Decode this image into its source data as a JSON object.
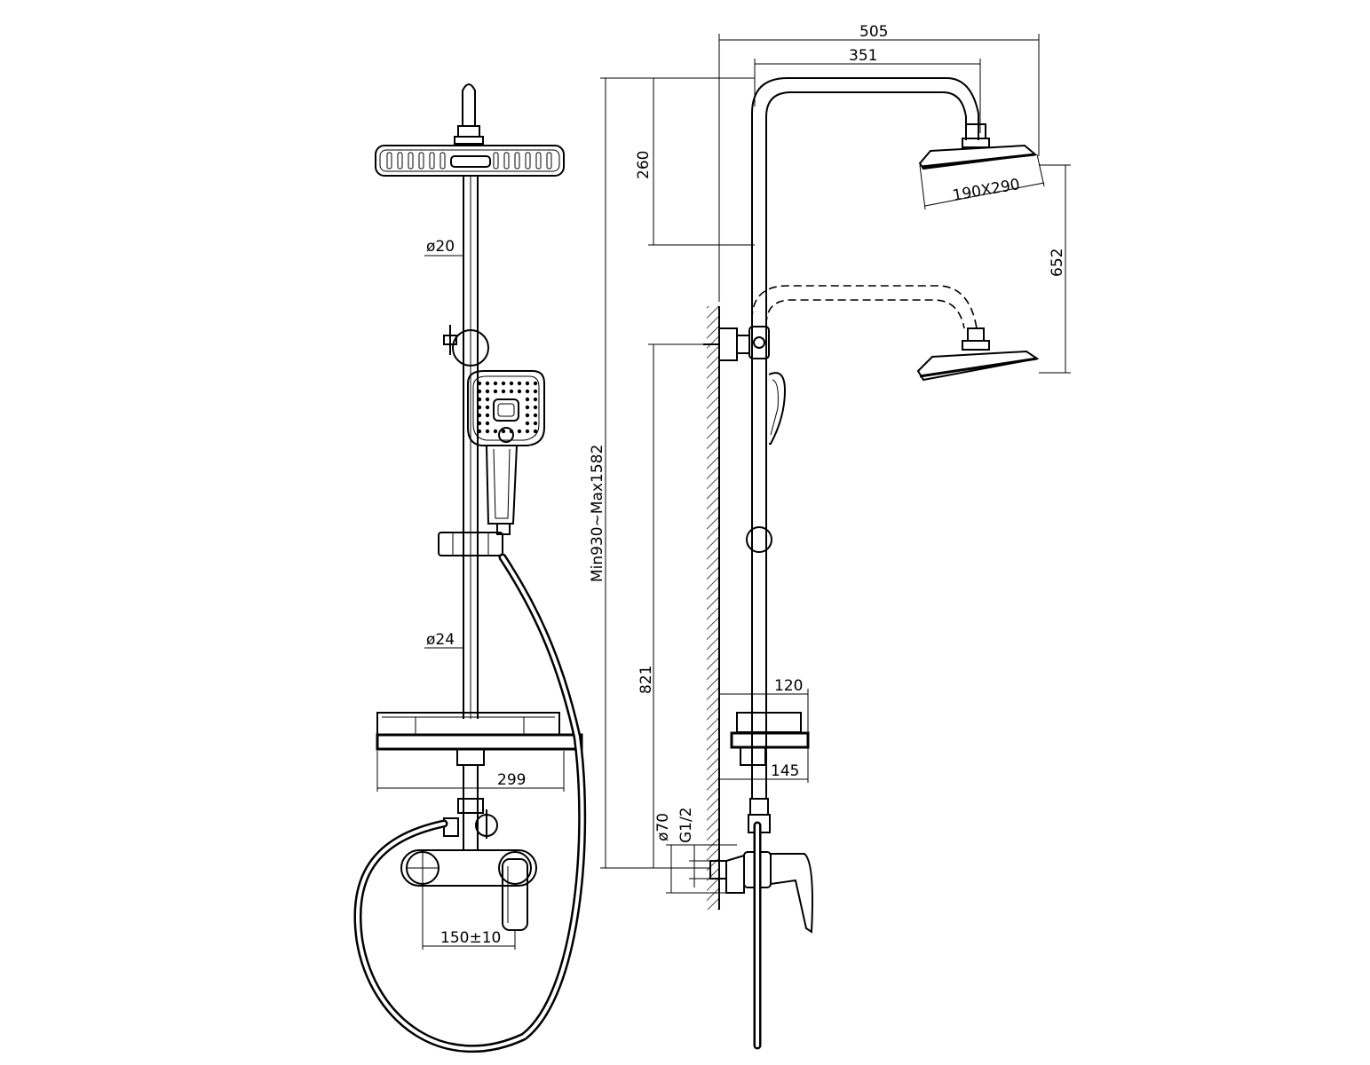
{
  "front_view": {
    "bar_diameter_upper": "ø20",
    "bar_diameter_lower": "ø24",
    "shelf_width": "299",
    "mixer_spacing": "150±10"
  },
  "side_view": {
    "total_width": "505",
    "head_reach": "351",
    "top_drop": "260",
    "head_size": "190X290",
    "head_height_adjust": "652",
    "total_height": "Min930~Max1582",
    "holder_height": "821",
    "shelf_depth": "120",
    "shelf_offset": "145",
    "flange_diameter": "ø70",
    "thread": "G1/2"
  }
}
